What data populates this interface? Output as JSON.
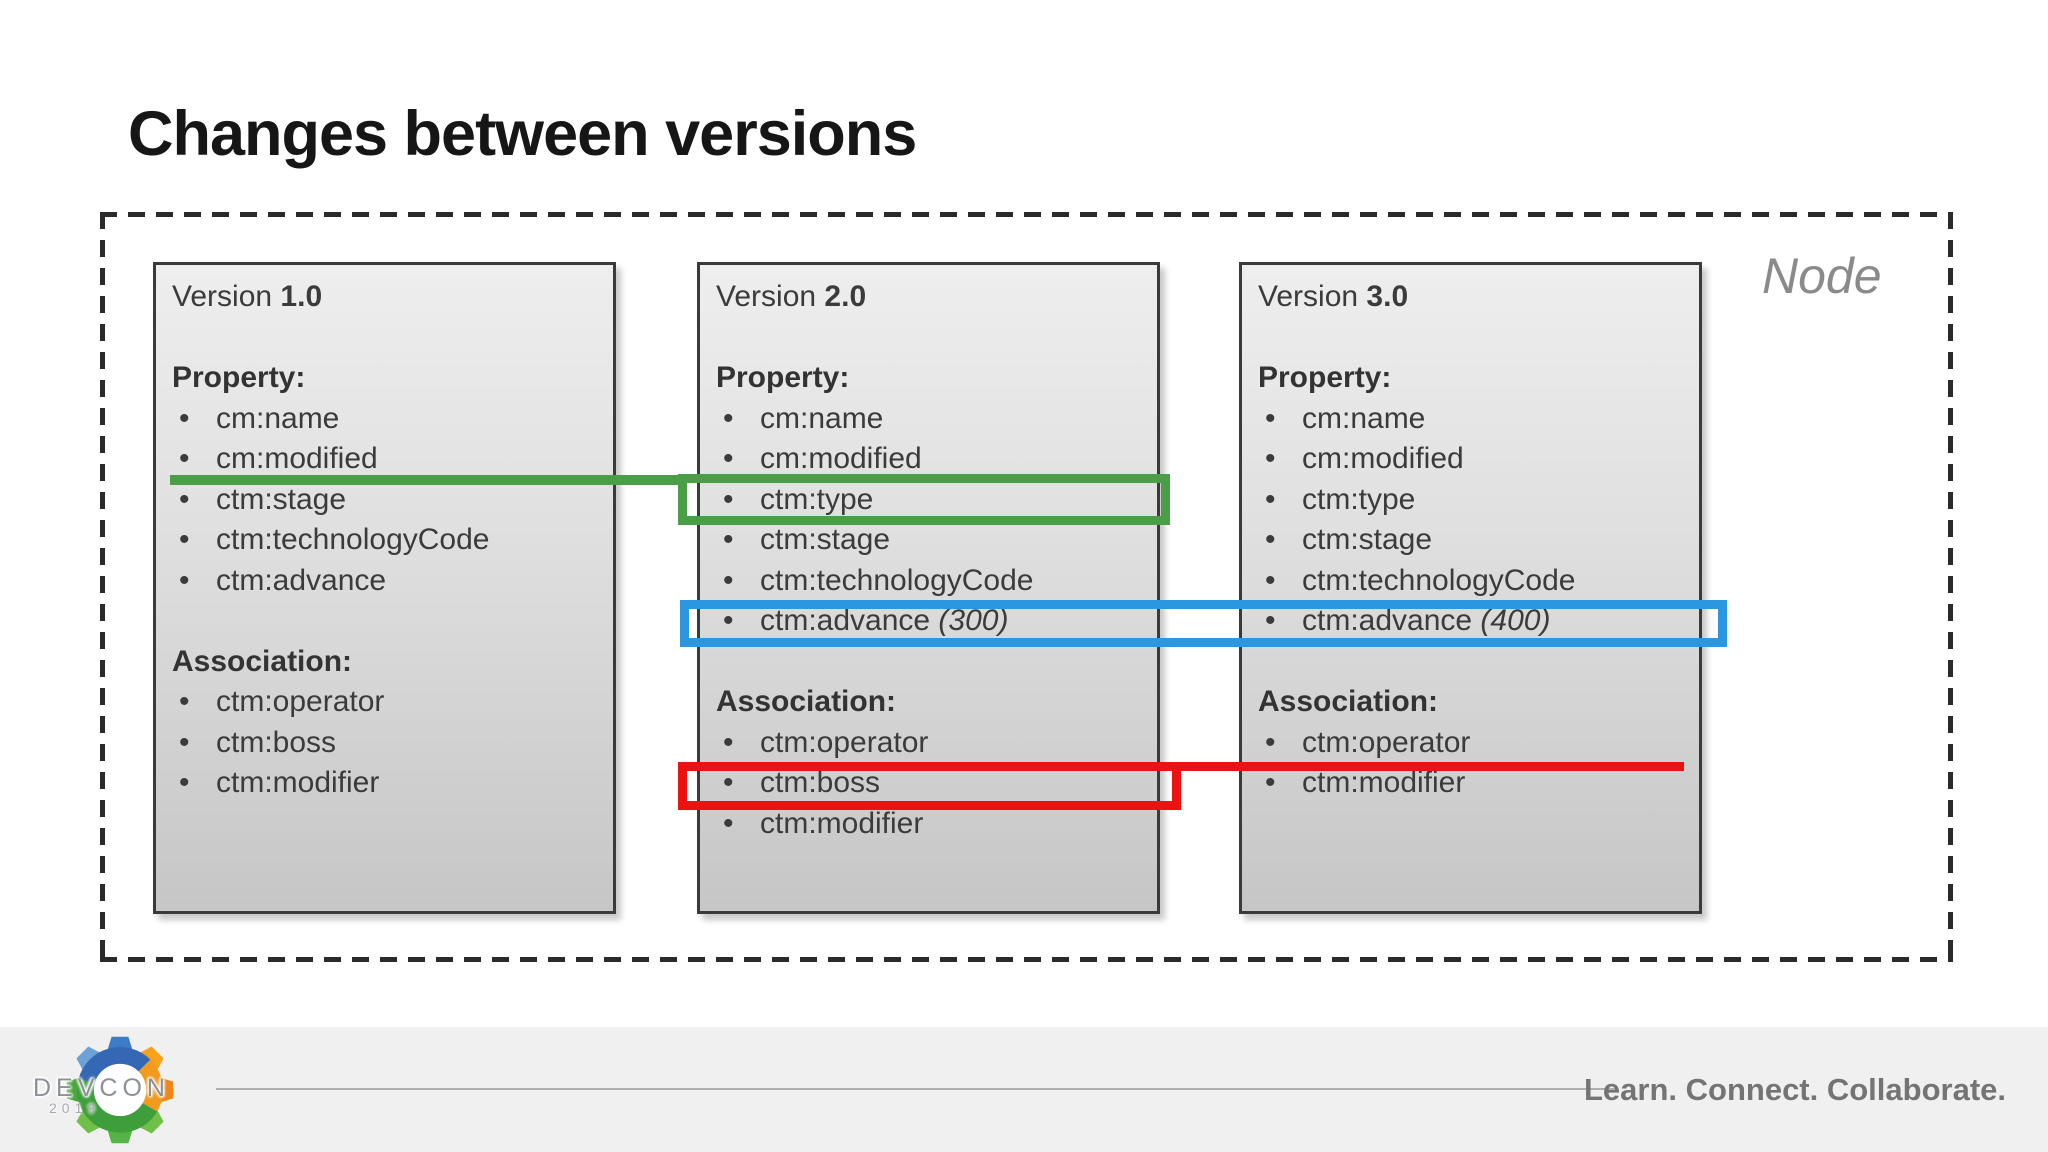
{
  "slide": {
    "title": "Changes between versions",
    "node_label": "Node",
    "bullet": "•",
    "colors": {
      "green": "#4a9e47",
      "blue": "#2b97e0",
      "red": "#ee1111",
      "box_border": "#3a3a3a",
      "dashed_border": "#2a2a2a"
    },
    "boxes": [
      {
        "version_prefix": "Version",
        "version_number": "1.0",
        "property_label": "Property:",
        "properties": [
          "cm:name",
          "cm:modified",
          "ctm:stage",
          "ctm:technologyCode",
          "ctm:advance"
        ],
        "association_label": "Association:",
        "associations": [
          "ctm:operator",
          "ctm:boss",
          "ctm:modifier"
        ]
      },
      {
        "version_prefix": "Version",
        "version_number": "2.0",
        "property_label": "Property:",
        "properties": [
          "cm:name",
          "cm:modified",
          "ctm:type",
          "ctm:stage",
          "ctm:technologyCode",
          "ctm:advance (300)"
        ],
        "association_label": "Association:",
        "associations": [
          "ctm:operator",
          "ctm:boss",
          "ctm:modifier"
        ]
      },
      {
        "version_prefix": "Version",
        "version_number": "3.0",
        "property_label": "Property:",
        "properties": [
          "cm:name",
          "cm:modified",
          "ctm:type",
          "ctm:stage",
          "ctm:technologyCode",
          "ctm:advance (400)"
        ],
        "association_label": "Association:",
        "associations": [
          "ctm:operator",
          "ctm:modifier"
        ]
      }
    ],
    "footer": {
      "tagline": "Learn. Connect. Collaborate.",
      "logo_text": "DEVCON",
      "logo_year": "2019"
    }
  }
}
